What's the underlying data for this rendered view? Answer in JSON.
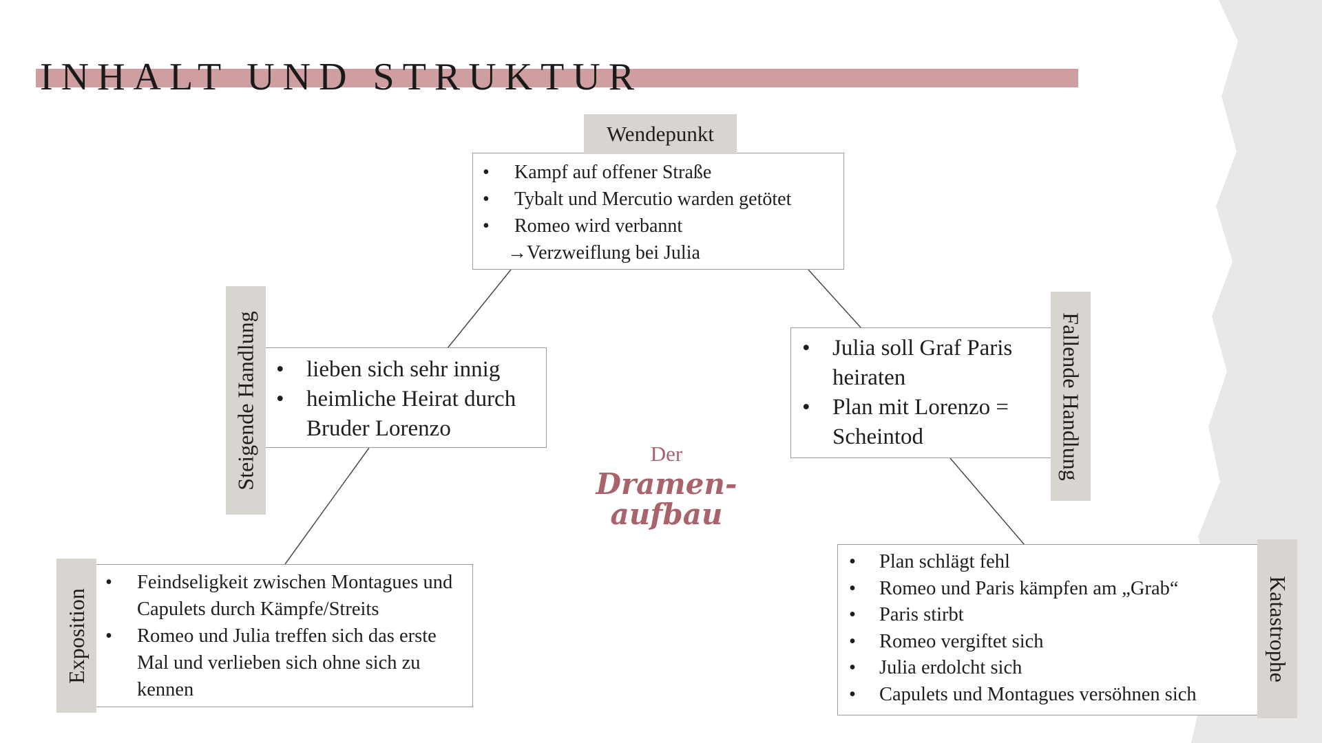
{
  "title": "INHALT UND STRUKTUR",
  "center": {
    "line1": "Der",
    "line2": "Dramen-",
    "line3": "aufbau"
  },
  "wendepunkt": {
    "label": "Wendepunkt",
    "items": [
      "Kampf auf offener Straße",
      "Tybalt und Mercutio warden getötet",
      "Romeo wird verbannt"
    ],
    "note": "→Verzweiflung bei Julia"
  },
  "steigend": {
    "label": "Steigende Handlung",
    "items": [
      "lieben sich sehr innig",
      "heimliche Heirat durch Bruder Lorenzo"
    ]
  },
  "fallend": {
    "label": "Fallende Handlung",
    "items": [
      "Julia soll Graf Paris heiraten",
      "Plan mit Lorenzo = Scheintod"
    ]
  },
  "exposition": {
    "label": "Exposition",
    "items": [
      "Feindseligkeit zwischen Montagues und Capulets durch Kämpfe/Streits",
      "Romeo und Julia treffen sich das erste Mal und verlieben sich ohne sich zu kennen"
    ]
  },
  "katastrophe": {
    "label": "Katastrophe",
    "items": [
      "Plan schlägt fehl",
      "Romeo und Paris kämpfen am „Grab“",
      "Paris stirbt",
      "Romeo vergiftet sich",
      "Julia erdolcht sich",
      "Capulets und Montagues versöhnen sich"
    ]
  },
  "colors": {
    "accent": "#cf9ea1",
    "label_bg": "#d8d4d0",
    "script": "#a8636c",
    "torn_bg": "#e9e8e6"
  }
}
